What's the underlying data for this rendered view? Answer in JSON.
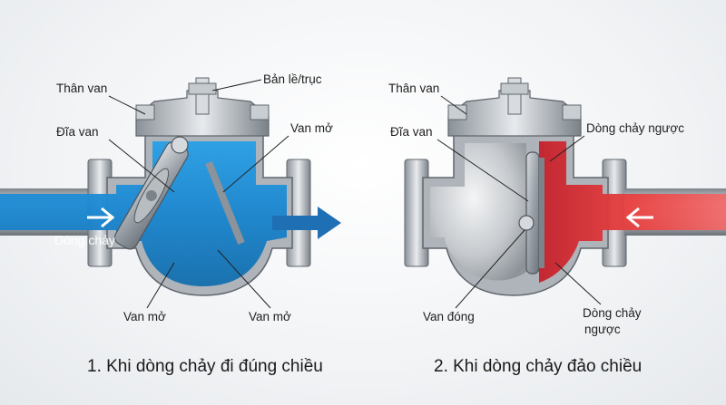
{
  "colors": {
    "steel_dark": "#6f767d",
    "steel_light": "#e3e6e9",
    "flow_blue": "#1e88d0",
    "arrow_blue": "#1f6fb5",
    "flow_red": "#e03a3a",
    "background": "#f1f3f5"
  },
  "left_diagram": {
    "labels": {
      "body": "Thân van",
      "hinge": "Bản lề/trục",
      "disc": "Đĩa van",
      "valve_open_top": "Van mở",
      "flow": "Dòng chảy",
      "valve_open_bottom_left": "Van mở",
      "valve_open_bottom_right": "Van mở"
    },
    "caption": "1. Khi dòng chảy đi đúng chiều"
  },
  "right_diagram": {
    "labels": {
      "body": "Thân van",
      "disc": "Đĩa van",
      "backflow_top": "Dòng chảy ngược",
      "valve_closed": "Van đóng",
      "backflow_bottom_line1": "Dòng chảy",
      "backflow_bottom_line2": "ngược"
    },
    "caption": "2. Khi dòng chảy đảo chiều"
  }
}
